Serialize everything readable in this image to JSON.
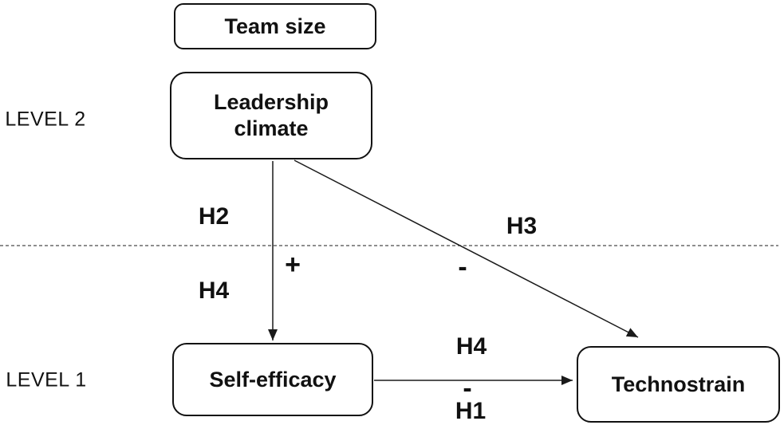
{
  "diagram": {
    "level_labels": {
      "level2": "LEVEL 2",
      "level1": "LEVEL 1"
    },
    "nodes": {
      "team_size": {
        "label": "Team size"
      },
      "leadership_climate": {
        "label": "Leadership climate"
      },
      "self_efficacy": {
        "label": "Self-efficacy"
      },
      "technostrain": {
        "label": "Technostrain"
      }
    },
    "edge_labels": {
      "h2": "H2",
      "h4_cross_level": "H4",
      "plus_sign": "+",
      "h3": "H3",
      "minus_diagonal": "-",
      "h4_direct": "H4",
      "minus_direct": "-",
      "h1": "H1"
    },
    "edges": [
      {
        "from": "Leadership climate",
        "to": "Self-efficacy",
        "labels": [
          "H2",
          "H4",
          "+"
        ]
      },
      {
        "from": "Leadership climate",
        "to": "Technostrain",
        "labels": [
          "H3",
          "-"
        ]
      },
      {
        "from": "Self-efficacy",
        "to": "Technostrain",
        "labels": [
          "H4",
          "-",
          "H1"
        ]
      }
    ],
    "colors": {
      "background": "#ffffff",
      "node_border": "#111111",
      "arrow_line": "#1a1a1a",
      "divider_line": "#4a4a4a",
      "text": "#111111"
    }
  }
}
